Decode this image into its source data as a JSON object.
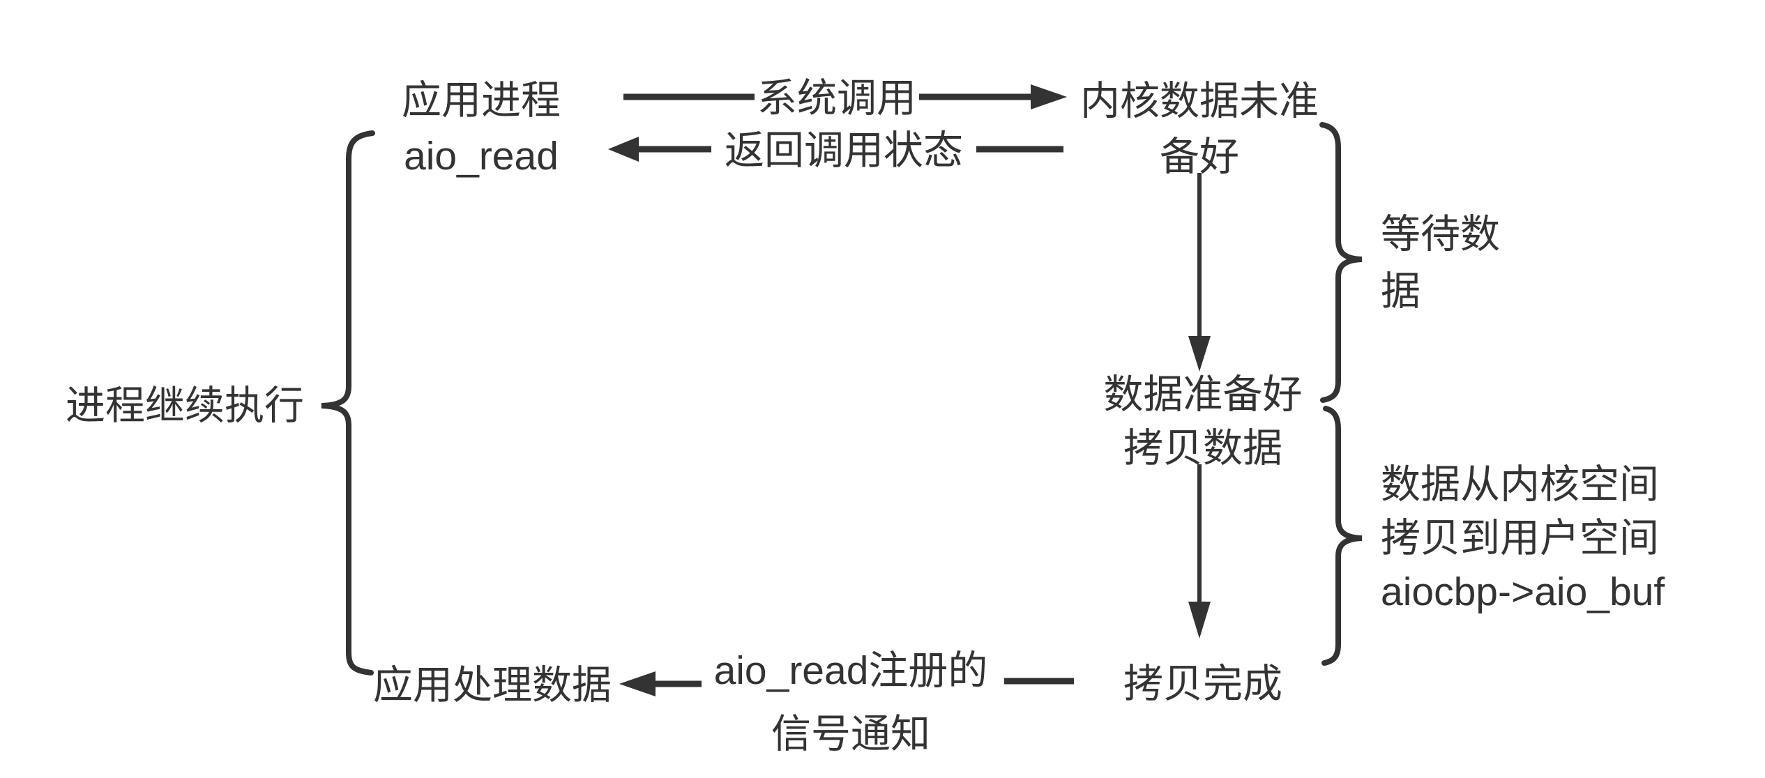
{
  "diagram": {
    "title_semantic": "aio_read asynchronous IO flow",
    "colors": {
      "ink": "#333333",
      "background": "#ffffff"
    },
    "nodes": {
      "app_process": {
        "line1": "应用进程",
        "line2": "aio_read"
      },
      "kernel_not_ready": {
        "line1": "内核数据未准",
        "line2": "备好"
      },
      "data_ready": {
        "line1": "数据准备好",
        "line2": "拷贝数据"
      },
      "copy_done": {
        "label": "拷贝完成"
      },
      "app_handle_data": {
        "label": "应用处理数据"
      }
    },
    "edges": {
      "syscall": {
        "label": "系统调用",
        "direction": "right"
      },
      "return_status": {
        "label": "返回调用状态",
        "direction": "left"
      },
      "wait_for_data": {
        "direction": "down"
      },
      "copy_data": {
        "direction": "down"
      },
      "signal_notify": {
        "line1": "aio_read注册的",
        "line2": "信号通知",
        "direction": "left"
      }
    },
    "annotations": {
      "process_continue": {
        "label": "进程继续执行"
      },
      "wait_data": {
        "line1": "等待数",
        "line2": "据"
      },
      "copy_kernel_to_user": {
        "line1": "数据从内核空间",
        "line2": "拷贝到用户空间",
        "line3": "aiocbp->aio_buf"
      }
    }
  }
}
